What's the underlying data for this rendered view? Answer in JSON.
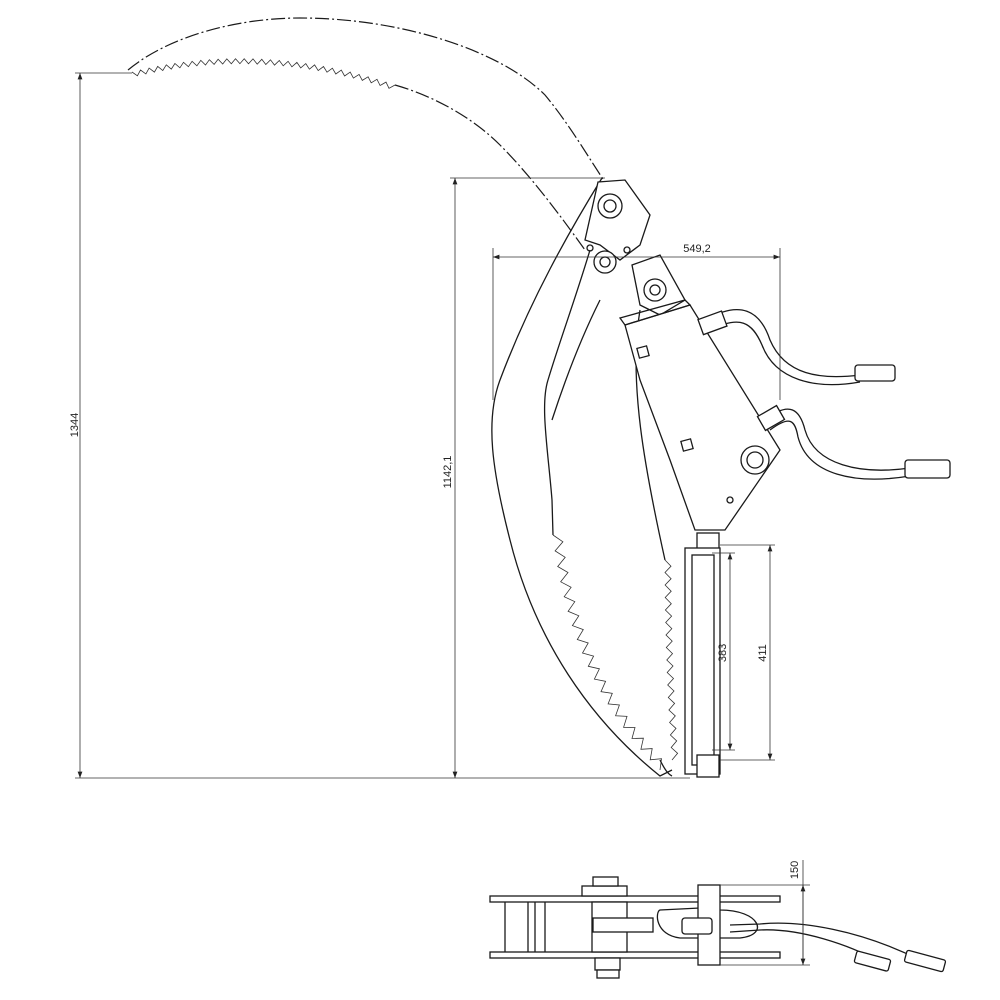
{
  "drawing": {
    "title_view": "side-view",
    "dimensions": {
      "total_height": "1344",
      "jaw_height": "1142,1",
      "jaw_width": "549,2",
      "mount_inner": "383",
      "mount_outer": "411",
      "top_view_width": "150"
    }
  }
}
